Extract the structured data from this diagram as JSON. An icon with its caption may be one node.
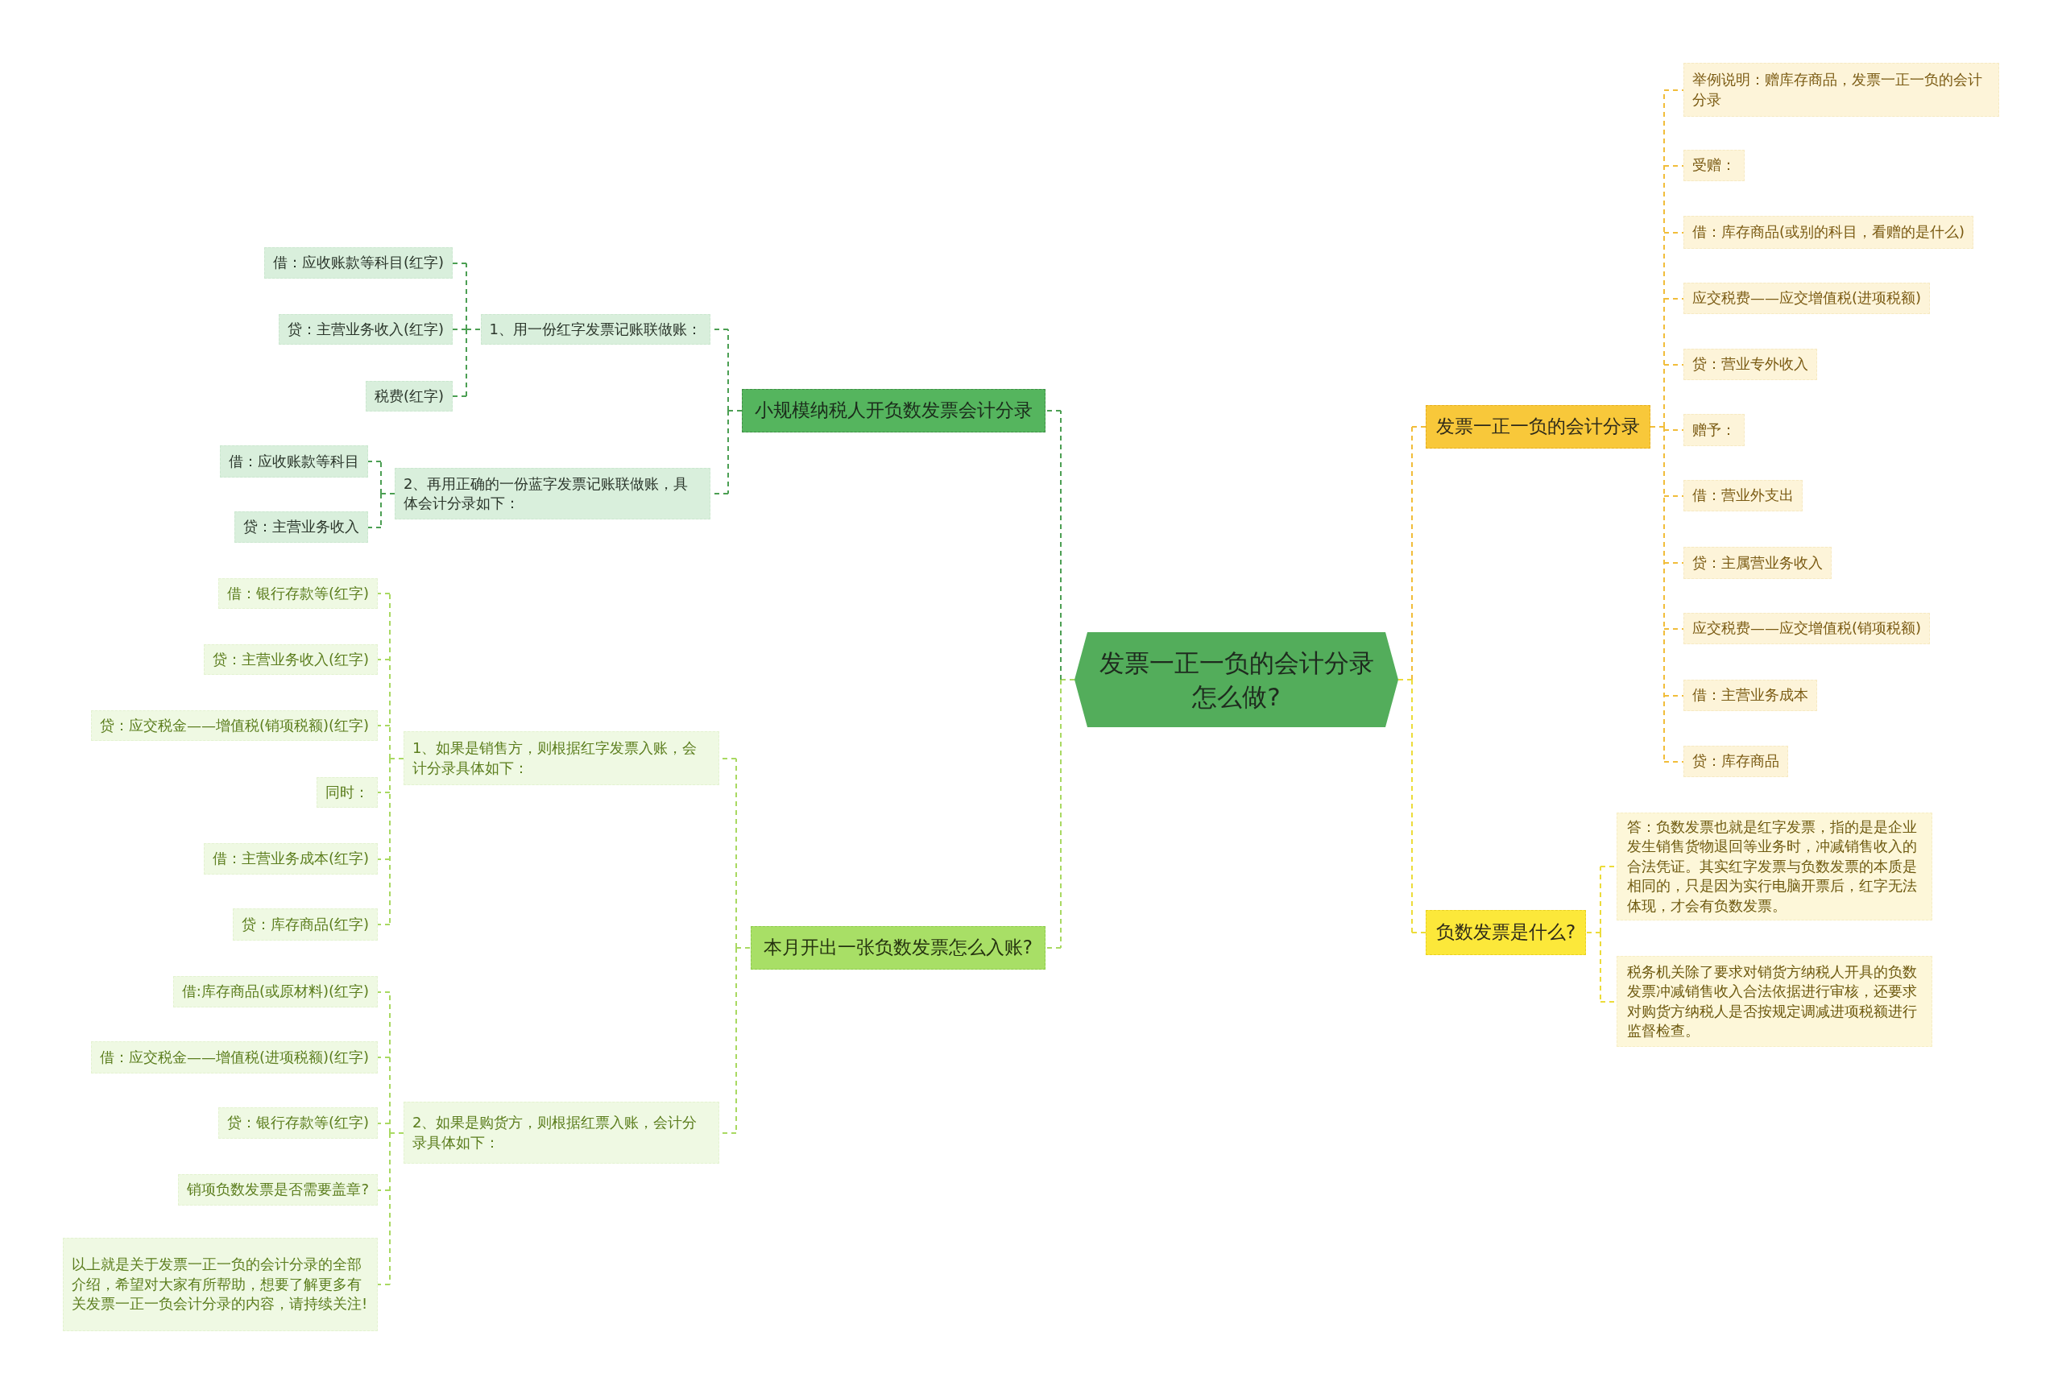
{
  "diagram": {
    "nodes": [
      {
        "text": [
          "发票一正一负的会计分录怎么做?"
        ]
      },
      {
        "text": [
          "小规模纳税人开负数发票会计分录"
        ]
      },
      {
        "text": [
          "1、用一份红字发票记账联做账："
        ]
      },
      {
        "text": [
          "借：应收账款等科目(红字)"
        ]
      },
      {
        "text": [
          "贷：主营业务收入(红字)"
        ]
      },
      {
        "text": [
          "税费(红字)"
        ]
      },
      {
        "text": [
          "2、再用正确的一份蓝字发票记账联做账，具体会计分录如下："
        ]
      },
      {
        "text": [
          "借：应收账款等科目"
        ]
      },
      {
        "text": [
          "贷：主营业务收入"
        ]
      },
      {
        "text": [
          "本月开出一张负数发票怎么入账?"
        ]
      },
      {
        "text": [
          "1、如果是销售方，则根据红字发票入账，会计分录具体如下："
        ]
      },
      {
        "text": [
          "借：银行存款等(红字)"
        ]
      },
      {
        "text": [
          "贷：主营业务收入(红字)"
        ]
      },
      {
        "text": [
          "贷：应交税金——增值税(销项税额)(红字)"
        ]
      },
      {
        "text": [
          "同时："
        ]
      },
      {
        "text": [
          "借：主营业务成本(红字)"
        ]
      },
      {
        "text": [
          "贷：库存商品(红字)"
        ]
      },
      {
        "text": [
          "2、如果是购货方，则根据红票入账，会计分录具体如下："
        ]
      },
      {
        "text": [
          "借:库存商品(或原材料)(红字)"
        ]
      },
      {
        "text": [
          "借：应交税金——增值税(进项税额)(红字)"
        ]
      },
      {
        "text": [
          "贷：银行存款等(红字)"
        ]
      },
      {
        "text": [
          "销项负数发票是否需要盖章?"
        ]
      },
      {
        "text": [
          "以上就是关于发票一正一负的会计分录的全部介绍，希望对大家有所帮助，想要了解更多有关发票一正一负会计分录的内容，请持续关注!"
        ]
      },
      {
        "text": [
          "发票一正一负的会计分录"
        ]
      },
      {
        "text": [
          "举例说明：赠库存商品，发票一正一负的会计分录"
        ]
      },
      {
        "text": [
          "受赠："
        ]
      },
      {
        "text": [
          "借：库存商品(或别的科目，看赠的是什么)"
        ]
      },
      {
        "text": [
          "应交税费——应交增值税(进项税额)"
        ]
      },
      {
        "text": [
          "贷：营业专外收入"
        ]
      },
      {
        "text": [
          "赠予："
        ]
      },
      {
        "text": [
          "借：营业外支出"
        ]
      },
      {
        "text": [
          "贷：主属营业务收入"
        ]
      },
      {
        "text": [
          "应交税费——应交增值税(销项税额)"
        ]
      },
      {
        "text": [
          "借：主营业务成本"
        ]
      },
      {
        "text": [
          "贷：库存商品"
        ]
      },
      {
        "text": [
          "负数发票是什么?"
        ]
      },
      {
        "text": [
          "答：负数发票也就是红字发票，指的是是企业发生销售货物退回等业务时，冲减销售收入的合法凭证。其实红字发票与负数发票的本质是相同的，只是因为实行电脑开票后，红字无法体现，才会有负数发票。"
        ]
      },
      {
        "text": [
          "税务机关除了要求对销货方纳税人开具的负数发票冲减销售收入合法依据进行审核，还要求对购货方纳税人是否按规定调减进项税额进行监督检查。"
        ]
      }
    ],
    "edges": [
      {
        "from": 0,
        "to": 1,
        "arrow": "none",
        "color": "#4c9f53"
      },
      {
        "from": 1,
        "to": 2,
        "arrow": "none",
        "color": "#4c9f53"
      },
      {
        "from": 2,
        "to": 3,
        "arrow": "none",
        "color": "#4c9f53"
      },
      {
        "from": 2,
        "to": 4,
        "arrow": "none",
        "color": "#4c9f53"
      },
      {
        "from": 2,
        "to": 5,
        "arrow": "none",
        "color": "#4c9f53"
      },
      {
        "from": 1,
        "to": 6,
        "arrow": "none",
        "color": "#4c9f53"
      },
      {
        "from": 6,
        "to": 7,
        "arrow": "none",
        "color": "#4c9f53"
      },
      {
        "from": 6,
        "to": 8,
        "arrow": "none",
        "color": "#4c9f53"
      },
      {
        "from": 0,
        "to": 9,
        "arrow": "none"
      },
      {
        "from": 9,
        "to": 10,
        "arrow": "none"
      },
      {
        "from": 10,
        "to": 11,
        "arrow": "none"
      },
      {
        "from": 10,
        "to": 12,
        "arrow": "none"
      },
      {
        "from": 10,
        "to": 13,
        "arrow": "none"
      },
      {
        "from": 10,
        "to": 14,
        "arrow": "none"
      },
      {
        "from": 10,
        "to": 15,
        "arrow": "none"
      },
      {
        "from": 10,
        "to": 16,
        "arrow": "none"
      },
      {
        "from": 9,
        "to": 17,
        "arrow": "none"
      },
      {
        "from": 17,
        "to": 18,
        "arrow": "none"
      },
      {
        "from": 17,
        "to": 19,
        "arrow": "none"
      },
      {
        "from": 17,
        "to": 20,
        "arrow": "none"
      },
      {
        "from": 17,
        "to": 21,
        "arrow": "none"
      },
      {
        "from": 17,
        "to": 22,
        "arrow": "none"
      },
      {
        "from": 0,
        "to": 23,
        "arrow": "none",
        "color": "#f1bd3a"
      },
      {
        "from": 23,
        "to": 24,
        "arrow": "none",
        "color": "#f1bd3a"
      },
      {
        "from": 23,
        "to": 25,
        "arrow": "none",
        "color": "#f1bd3a"
      },
      {
        "from": 23,
        "to": 26,
        "arrow": "none",
        "color": "#f1bd3a"
      },
      {
        "from": 23,
        "to": 27,
        "arrow": "none",
        "color": "#f1bd3a"
      },
      {
        "from": 23,
        "to": 28,
        "arrow": "none",
        "color": "#f1bd3a"
      },
      {
        "from": 23,
        "to": 29,
        "arrow": "none",
        "color": "#f1bd3a"
      },
      {
        "from": 23,
        "to": 30,
        "arrow": "none",
        "color": "#f1bd3a"
      },
      {
        "from": 23,
        "to": 31,
        "arrow": "none",
        "color": "#f1bd3a"
      },
      {
        "from": 23,
        "to": 32,
        "arrow": "none",
        "color": "#f1bd3a"
      },
      {
        "from": 23,
        "to": 33,
        "arrow": "none",
        "color": "#f1bd3a"
      },
      {
        "from": 23,
        "to": 34,
        "arrow": "none",
        "color": "#f1bd3a"
      },
      {
        "from": 0,
        "to": 35,
        "arrow": "none",
        "color": "#ecdc3a"
      },
      {
        "from": 35,
        "to": 36,
        "arrow": "none",
        "color": "#ecdc3a"
      },
      {
        "from": 35,
        "to": 37,
        "arrow": "none",
        "color": "#ecdc3a"
      }
    ]
  }
}
